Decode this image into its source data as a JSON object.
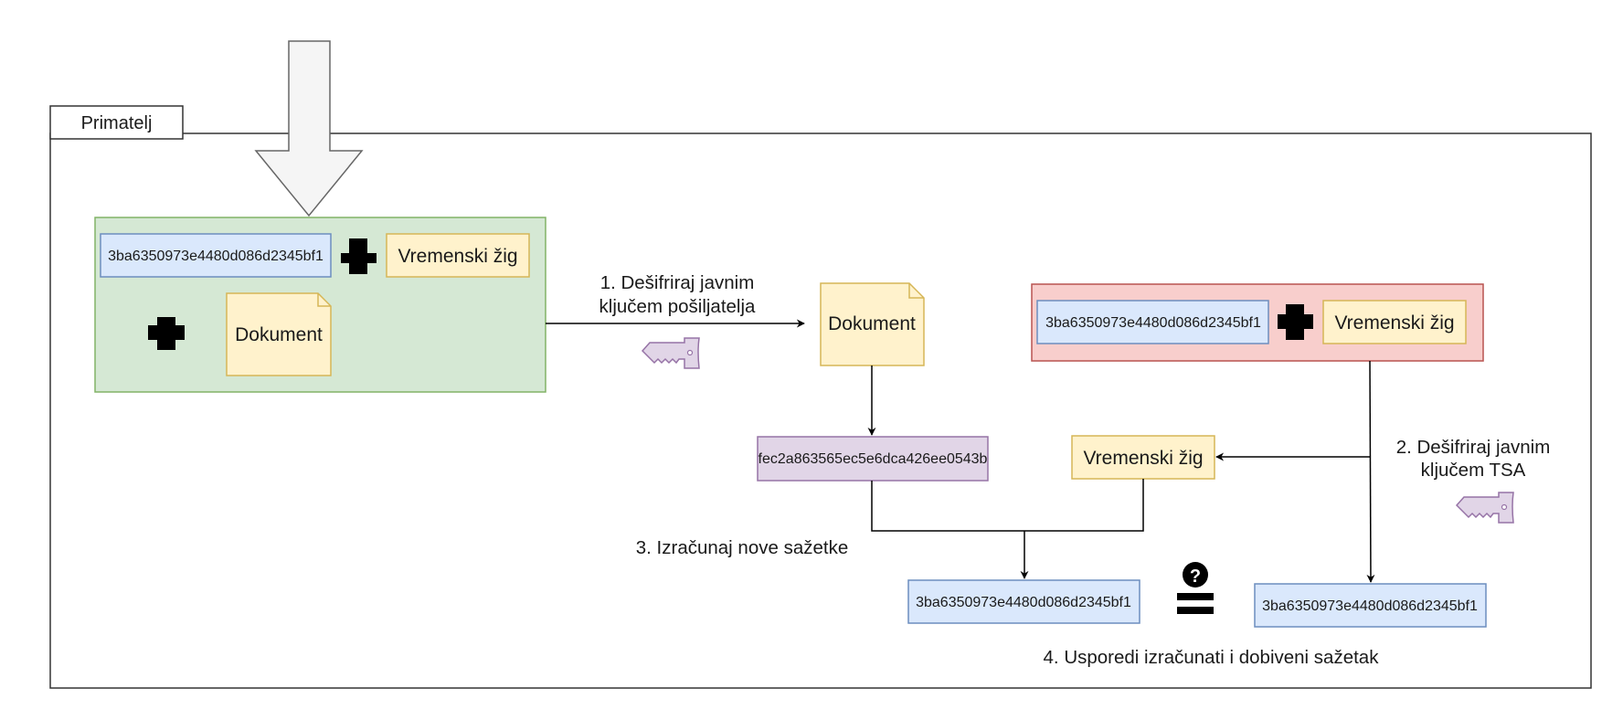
{
  "container": {
    "label": "Primatelj"
  },
  "hashes": {
    "sender_signed": "3ba6350973e4480d086d2345bf1",
    "tsa_signed": "3ba6350973e4480d086d2345bf1",
    "computed_document": "fec2a863565ec5e6dca426ee0543b",
    "computed_combined": "3ba6350973e4480d086d2345bf1",
    "decrypted_tsa": "3ba6350973e4480d086d2345bf1"
  },
  "boxes": {
    "timestamp_label": "Vremenski žig",
    "document_label": "Dokument"
  },
  "steps": {
    "step1_line1": "1. Dešifriraj javnim",
    "step1_line2": "ključem pošiljatelja",
    "step2_line1": "2. Dešifriraj javnim",
    "step2_line2": "ključem TSA",
    "step3": "3. Izračunaj nove sažetke",
    "step4": "4. Usporedi izračunati i dobiveni sažetak"
  },
  "symbols": {
    "question_mark": "?"
  },
  "colors": {
    "green_fill": "#d5e8d4",
    "green_stroke": "#82b366",
    "red_fill": "#f8cecc",
    "red_stroke": "#b85450",
    "blue_fill": "#dae8fc",
    "blue_stroke": "#6c8ebf",
    "yellow_fill": "#fff2cc",
    "yellow_stroke": "#d6b656",
    "purple_fill": "#e1d5e7",
    "purple_stroke": "#9673a6",
    "key_fill": "#e1d5e7",
    "key_stroke": "#9673a6"
  }
}
